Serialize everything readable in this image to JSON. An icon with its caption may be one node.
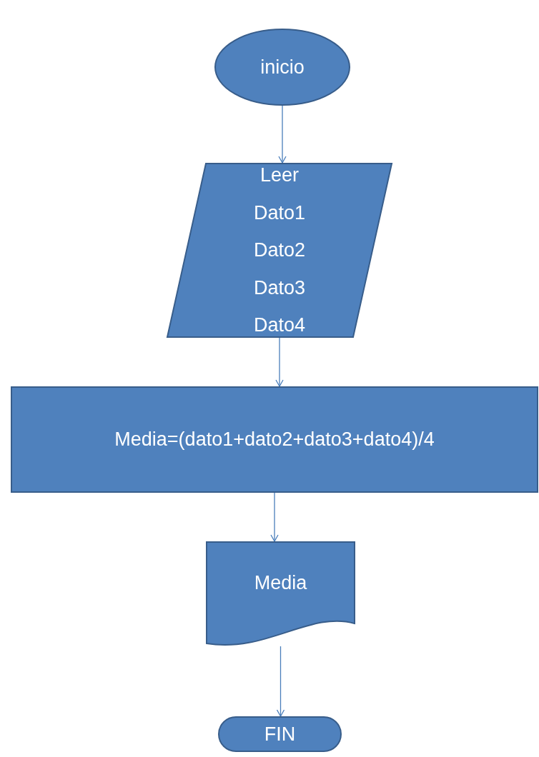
{
  "diagram": {
    "nodes": [
      {
        "text": [
          "inicio"
        ]
      },
      {
        "text": [
          "Leer",
          "Dato1",
          "Dato2",
          "Dato3",
          "Dato4"
        ]
      },
      {
        "text": [
          "Media=(dato1+dato2+dato3+dato4)/4"
        ]
      },
      {
        "text": [
          "Media"
        ]
      },
      {
        "text": [
          "FIN"
        ]
      }
    ],
    "edges": [
      {
        "from": 0,
        "to": 1,
        "arrow": "to"
      },
      {
        "from": 1,
        "to": 2,
        "arrow": "to"
      },
      {
        "from": 2,
        "to": 3,
        "arrow": "to"
      },
      {
        "from": 3,
        "to": 4,
        "arrow": "to"
      }
    ]
  }
}
